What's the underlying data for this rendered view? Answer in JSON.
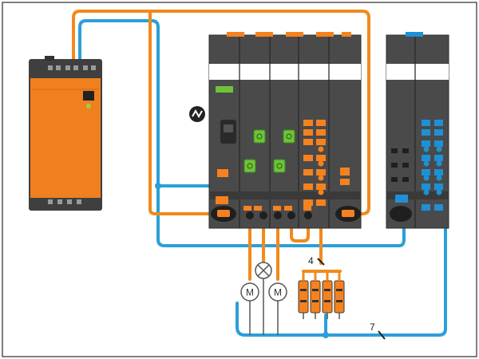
{
  "colors": {
    "orange": "#f5821f",
    "orange_cable": "#f08a1d",
    "blue_cable": "#2b9fd8",
    "module_dark": "#4a4a4a",
    "module_mid": "#5a5a5a",
    "power_supply": "#f07f1e",
    "led_green": "#6fc23a",
    "blue_connector": "#1e90d6"
  },
  "icons": [
    "power-supply-icon",
    "safety-logic-icon",
    "motor-icon",
    "lamp-icon",
    "sensor-icon",
    "cable-tick-icon"
  ],
  "labels": {
    "cable_4": "4",
    "cable_7": "7",
    "motor_left": "M",
    "motor_right": "M"
  }
}
